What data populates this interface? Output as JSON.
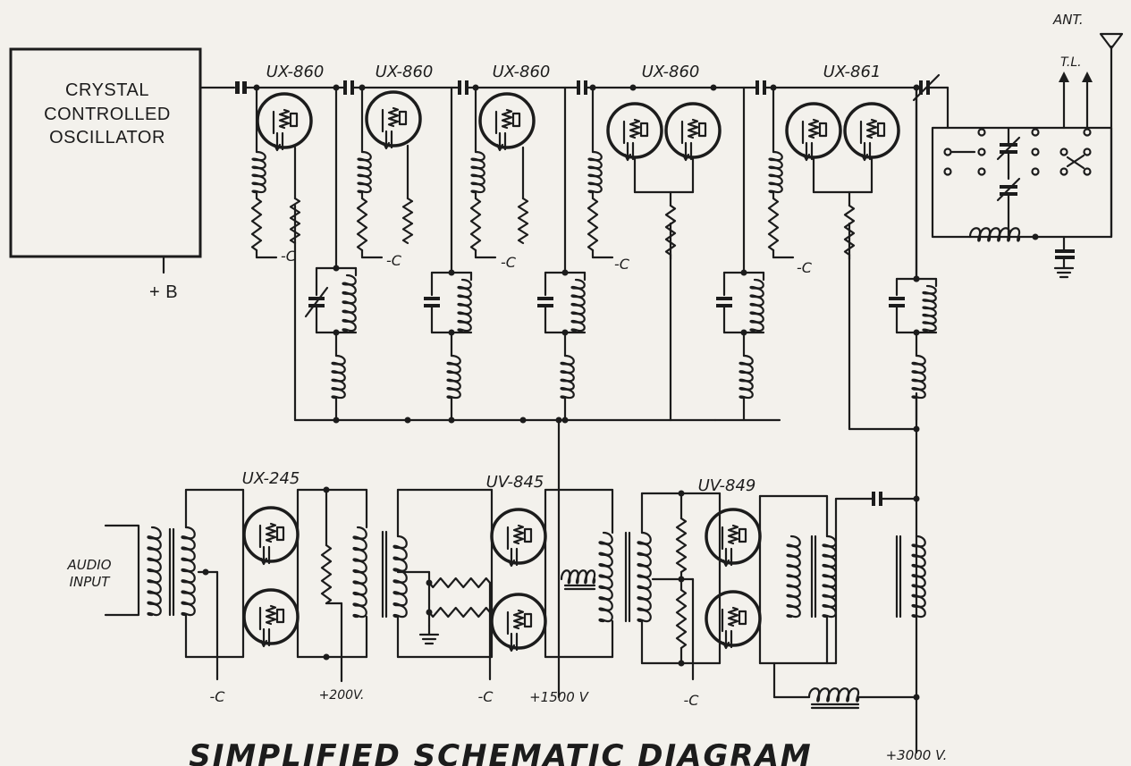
{
  "oscillator": {
    "lines": [
      "CRYSTAL",
      "CONTROLLED",
      "OSCILLATOR"
    ],
    "supply": "+ B"
  },
  "rf_tubes": [
    "UX-860",
    "UX-860",
    "UX-860",
    "UX-860",
    "UX-861"
  ],
  "bias_labels": [
    "-C",
    "-C",
    "-C",
    "-C",
    "-C"
  ],
  "antenna": {
    "ant": "ANT.",
    "tl": "T.L."
  },
  "audio": {
    "input_line1": "AUDIO",
    "input_line2": "INPUT"
  },
  "audio_tubes": [
    "UX-245",
    "UV-845",
    "UV-849"
  ],
  "supply_labels": {
    "c1": "-C",
    "v200": "+200V.",
    "c2": "-C",
    "v1500": "+1500 V",
    "c3": "-C",
    "v3000": "+3000 V."
  },
  "title": "SIMPLIFIED SCHEMATIC DIAGRAM"
}
